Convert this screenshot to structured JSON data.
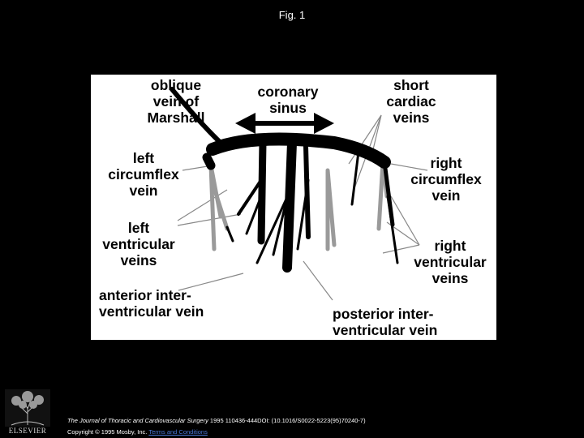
{
  "figure_title": "Fig. 1",
  "labels": {
    "oblique": "oblique\nvein of\nMarshall",
    "coronary": "coronary\nsinus",
    "short": "short\ncardiac\nveins",
    "left_circ": "left\ncircumflex\nvein",
    "right_circ": "right\ncircumflex\nvein",
    "left_vent": "left\nventricular\nveins",
    "right_vent": "right\nventricular\nveins",
    "anterior": "anterior inter-\nventricular vein",
    "posterior": "posterior inter-\nventricular vein"
  },
  "citation": {
    "journal": "The Journal of Thoracic and Cardiovascular Surgery",
    "details": " 1995 110436-444DOI: (10.1016/S0022-5223(95)70240-7)"
  },
  "copyright": {
    "text": "Copyright © 1995 Mosby, Inc. ",
    "link": "Terms and Conditions"
  },
  "publisher": "ELSEVIER"
}
